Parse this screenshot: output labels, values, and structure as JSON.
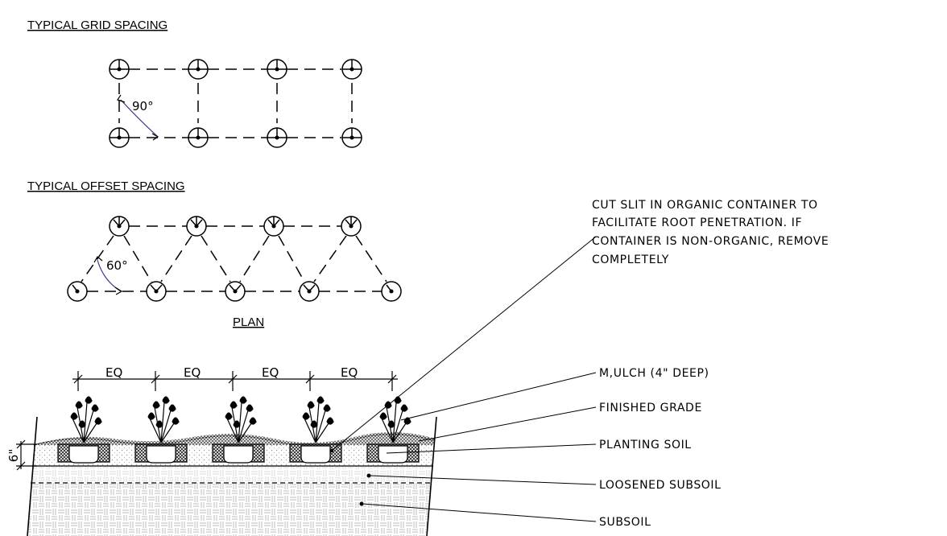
{
  "headings": {
    "grid": "TYPICAL GRID SPACING",
    "offset": "TYPICAL OFFSET SPACING",
    "plan": "PLAN"
  },
  "angles": {
    "grid": "90°",
    "offset": "60°"
  },
  "dimensions": {
    "spacing": [
      "EQ",
      "EQ",
      "EQ",
      "EQ"
    ],
    "depth": "6\""
  },
  "callouts": {
    "container": [
      "CUT SLIT IN ORGANIC CONTAINER TO",
      "FACILITATE ROOT PENETRATION. IF",
      "CONTAINER IS NON-ORGANIC, REMOVE",
      "COMPLETELY"
    ],
    "mulch": "M,ULCH (4\" DEEP)",
    "finished_grade": "FINISHED GRADE",
    "planting_soil": "PLANTING SOIL",
    "loosened_subsoil": "LOOSENED SUBSOIL",
    "subsoil": "SUBSOIL"
  },
  "colors": {
    "ink": "#000000",
    "arc": "#3a3a8c",
    "hatch": "#bdbdbd"
  }
}
